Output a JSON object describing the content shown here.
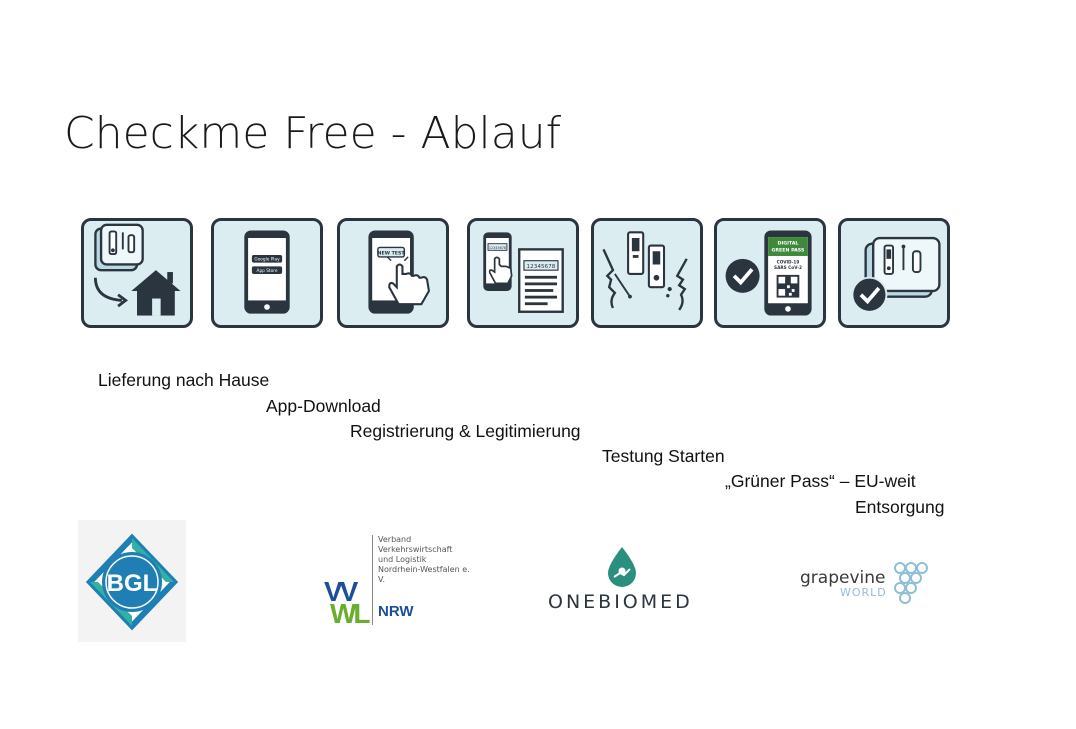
{
  "slide": {
    "title": "Checkme Free - Ablauf"
  },
  "steps": [
    {
      "label": "Lieferung nach Hause",
      "icon": "home-delivery-icon"
    },
    {
      "label": "App-Download",
      "icon": "app-download-icon"
    },
    {
      "label": "Registrierung & Legitimierung",
      "icon": "registration-icon"
    },
    {
      "label": "Testung Starten",
      "icon": "test-kit-icon"
    },
    {
      "label": "„Grüner Pass“ – EU-weit",
      "icon": "green-pass-icon"
    },
    {
      "label": "Entsorgung",
      "icon": "disposal-icon"
    }
  ],
  "tile_text": {
    "google_play": "Google Play",
    "app_store": "App Store",
    "new_test": "NEW TEST",
    "id_number": "12345678",
    "id_small": "12345678",
    "pass_title_1": "DIGITAL",
    "pass_title_2": "GREEN PASS",
    "pass_sub_1": "COVID-19",
    "pass_sub_2": "SARS CoV-2"
  },
  "logos": {
    "bgl": "BGL",
    "vvwl_org_lines": [
      "Verband",
      "Verkehrswirtschaft",
      "und Logistik",
      "Nordrhein-Westfalen e. V."
    ],
    "vvwl_mark_top": "VV",
    "vvwl_mark_bottom": "WL",
    "vvwl_region": "NRW",
    "onebiomed": "ONEBIOMED",
    "grapevine": "grapevine",
    "grapevine_world": "WORLD"
  },
  "colors": {
    "tile_bg": "#dcedf2",
    "tile_border": "#2b3540",
    "bgl_blue": "#1f7fb5",
    "bgl_teal": "#31b0a3",
    "vvwl_blue": "#1b4f9c",
    "vvwl_green": "#6aae2f",
    "onebiomed_teal": "#2a8f7e",
    "grapevine_blue": "#8fbfd6"
  }
}
